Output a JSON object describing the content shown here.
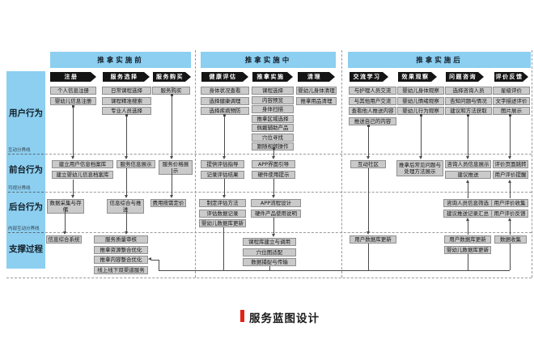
{
  "title": {
    "text": "服务蓝图设计"
  },
  "colors": {
    "accent_blue": "#8CCFF0",
    "banner_black": "#141414",
    "box_grey": "#CACACA",
    "title_red": "#E2231A"
  },
  "sidebar": {
    "rows": [
      "用户行为",
      "前台行为",
      "后台行为",
      "支撑过程"
    ],
    "boundaries": [
      "互动分界线",
      "可视分界线",
      "内部互动分界线"
    ]
  },
  "sections": [
    {
      "header": "推拿实施前",
      "columns": [
        {
          "step": "注册",
          "user": [
            "个人信息注册",
            "婴幼儿信息注册"
          ],
          "front": [
            "建立用户信息档案库",
            "建立婴幼儿信息档案库"
          ],
          "back": [
            "数据采集与存储"
          ],
          "support": [
            "信息综合系统"
          ]
        },
        {
          "step": "服务选择",
          "user": [
            "日常课程选择",
            "课程精准搜索",
            "专业人员选择"
          ],
          "front": [
            "服务信息展示"
          ],
          "back": [
            "信息综合与推送"
          ],
          "support": [
            "服务质量审核",
            "推拿资源整合优化",
            "推拿内容整合优化",
            "线上线下双渠道服务"
          ]
        },
        {
          "step": "服务购买",
          "user": [
            "服务购买"
          ],
          "front": [
            "服务价格展示"
          ],
          "back": [
            "费用按需定价"
          ]
        }
      ]
    },
    {
      "header": "推拿实施中",
      "columns": [
        {
          "step": "健康评估",
          "user": [
            "身体状况查看",
            "选择健康调理",
            "选择疾病预防"
          ],
          "front": [
            "提供评估指导",
            "记录评估结果"
          ],
          "back": [
            "制定评估方法",
            "评估数据记录",
            "婴幼儿数据库更新"
          ]
        },
        {
          "step": "推拿实施",
          "user": [
            "课程选择",
            "内容预览",
            "身体扫描",
            "推拿区域选择",
            "佩戴辅助产品",
            "穴位寻找",
            "跟随视频操作"
          ],
          "front": [
            "APP界面引导",
            "硬件使用提示"
          ],
          "back": [
            "APP流程设计",
            "硬件产品使用说明"
          ],
          "support": [
            "课程库建立与调用",
            "穴位图适配",
            "数据捕捉与传输"
          ]
        },
        {
          "step": "清理",
          "user": [
            "婴幼儿身体清理",
            "推拿用品清理"
          ]
        }
      ]
    },
    {
      "header": "推拿实施后",
      "columns": [
        {
          "step": "交流学习",
          "user": [
            "与护理人员交流",
            "与其他用户交流",
            "查看他人推送内容",
            "推送自己的内容"
          ],
          "front": [
            "互动社区"
          ],
          "support": [
            "用户数据库更新"
          ]
        },
        {
          "step": "效果观察",
          "user": [
            "婴幼儿身体观察",
            "婴幼儿情绪观察",
            "婴幼儿行为观察"
          ],
          "front": [
            "推拿后常见问题与处理方法展示"
          ]
        },
        {
          "step": "问题咨询",
          "user": [
            "选择咨询人员",
            "告知问题与情况",
            "建议和方法获取"
          ],
          "front": [
            "咨询人员信息展示",
            "建议推送"
          ],
          "back": [
            "咨询人员信息筛选",
            "建议推送记录汇总"
          ],
          "support": [
            "用户数据库更新",
            "婴幼儿数据库更新"
          ]
        },
        {
          "step": "评价反馈",
          "user": [
            "星级评价",
            "文字描述评价",
            "图片展示"
          ],
          "front": [
            "评价页面跳转",
            "用户评价提醒"
          ],
          "back": [
            "用户评价收集",
            "用户评价反馈"
          ],
          "support": [
            "数据收集"
          ]
        }
      ]
    }
  ]
}
